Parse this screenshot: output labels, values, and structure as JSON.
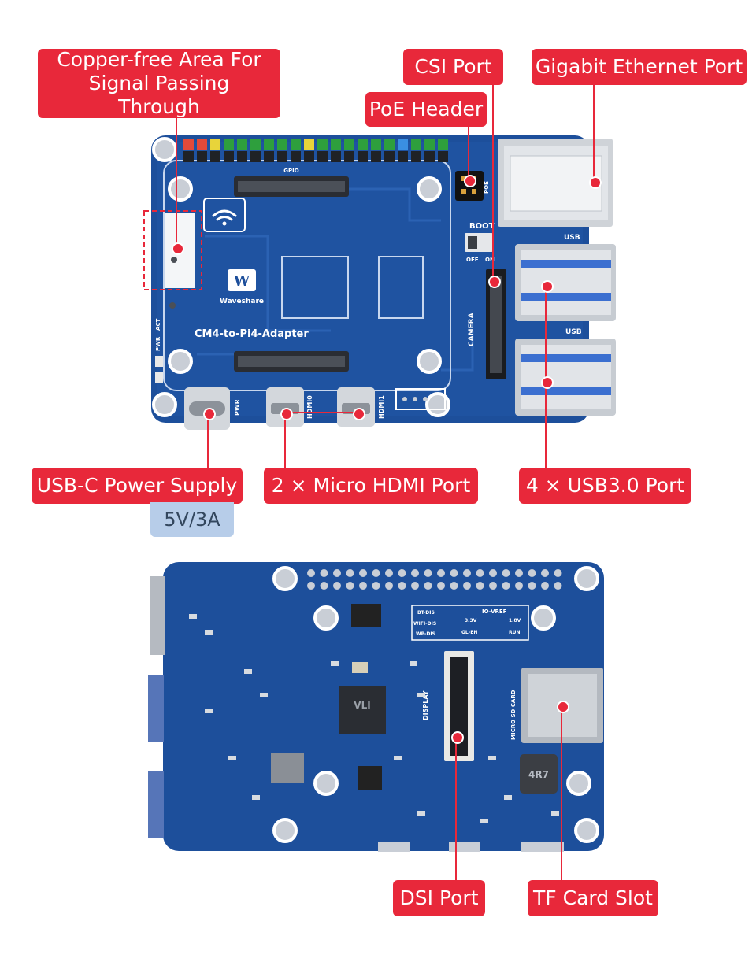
{
  "top_board": {
    "labels": {
      "copper_free": "Copper-free Area For\nSignal Passing Through",
      "csi": "CSI Port",
      "poe": "PoE Header",
      "ethernet": "Gigabit Ethernet Port",
      "usbc": "USB-C Power Supply",
      "usbc_spec": "5V/3A",
      "hdmi": "2 × Micro HDMI Port",
      "usb3": "4 × USB3.0 Port"
    },
    "silkscreen": {
      "brand": "Waveshare",
      "model": "CM4-to-Pi4-Adapter",
      "boot": "BOOT",
      "off": "OFF",
      "on": "ON",
      "camera": "CAMERA",
      "usb_top": "USB",
      "usb_bottom": "USB",
      "pwr": "PWR",
      "hdmi0": "HDMI0",
      "hdmi1": "HDMI1",
      "pwr_led": "PWR",
      "act_led": "ACT",
      "poe": "POE",
      "gpio": "GPIO"
    }
  },
  "bottom_board": {
    "labels": {
      "dsi": "DSI Port",
      "tf": "TF Card Slot"
    },
    "silkscreen": {
      "display": "DISPLAY",
      "micro_sd": "MICRO SD CARD",
      "io_vref": "IO-VREF",
      "v33": "3.3V",
      "v18": "1.8V",
      "gl_en": "GL-EN",
      "run": "RUN",
      "bt_dis": "BT-DIS",
      "wifi_dis": "WIFI-DIS",
      "wp_dis": "WP-DIS",
      "inductor": "4R7"
    }
  },
  "colors": {
    "accent": "#e8283a",
    "pcb": "#1c4f9c",
    "spec_badge": "#b7cde9"
  }
}
